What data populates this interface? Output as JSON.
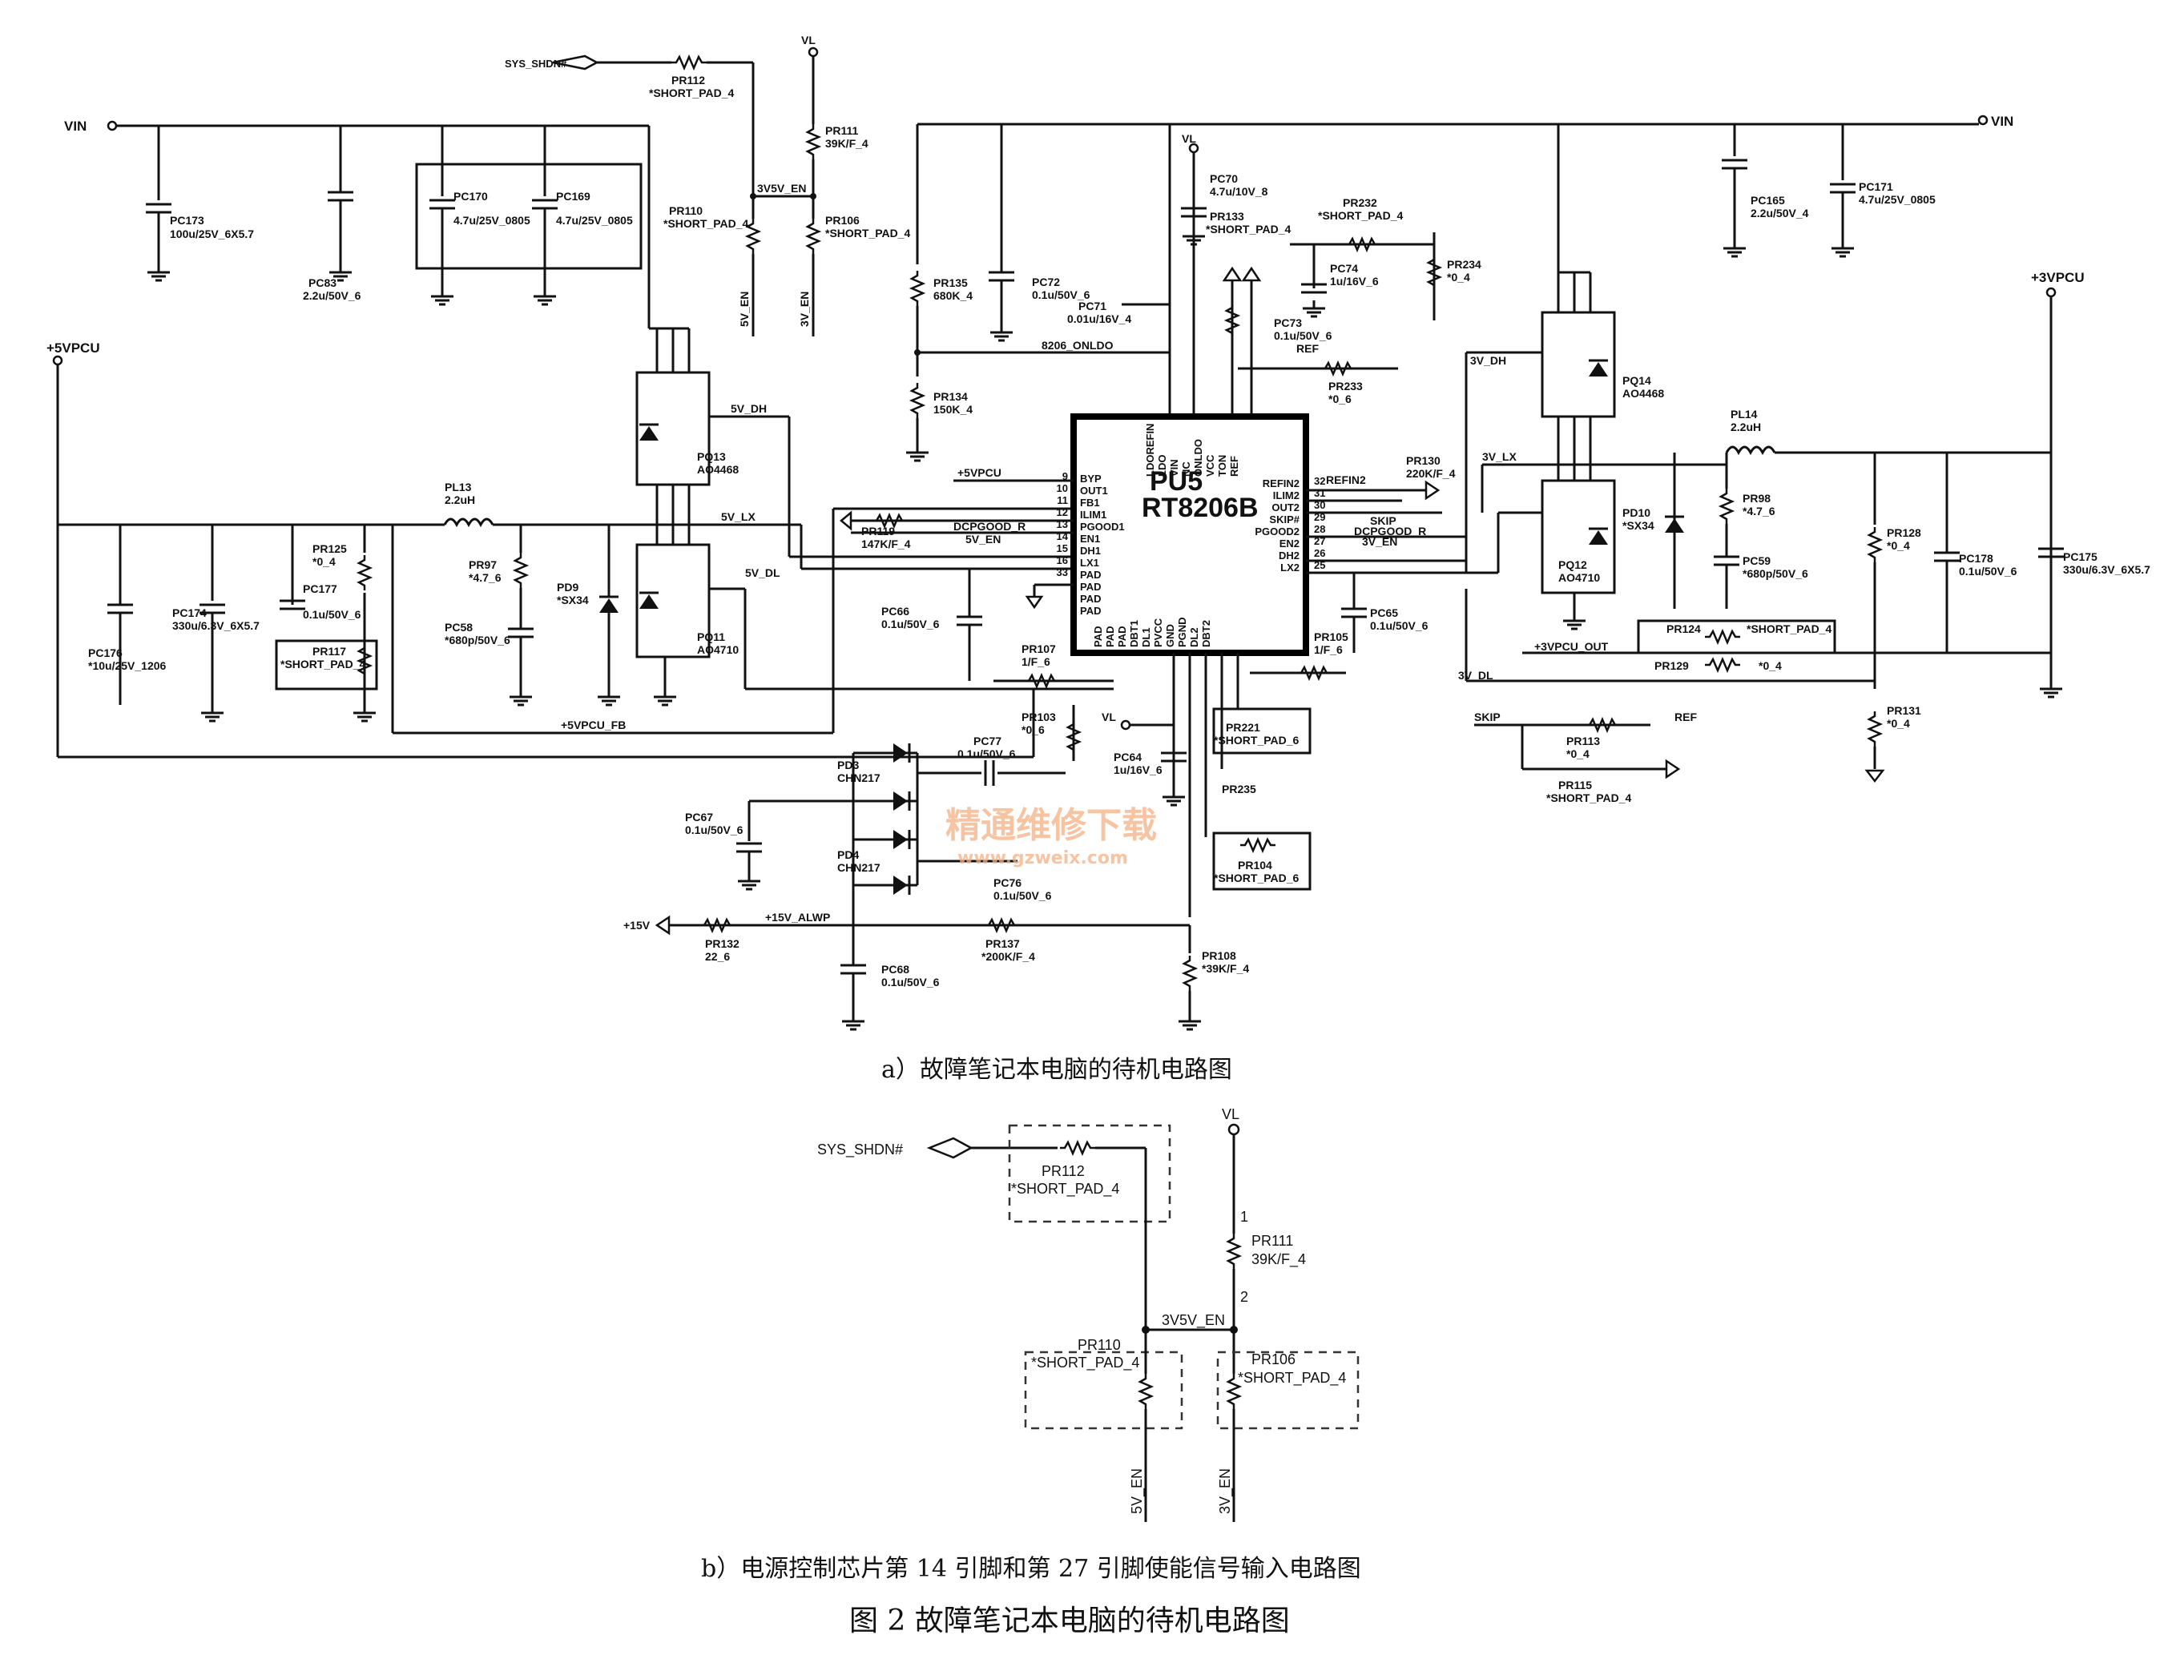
{
  "figure": {
    "caption_a": "a）故障笔记本电脑的待机电路图",
    "caption_b": "b）电源控制芯片第 14 引脚和第 27 引脚使能信号输入电路图",
    "figure_title": "图 2   故障笔记本电脑的待机电路图"
  },
  "watermark": {
    "cn": "精通维修下载",
    "url": "www.gzweix.com"
  },
  "chip": {
    "ref": "PU5",
    "part": "RT8206B",
    "left_pins": [
      "BYP",
      "OUT1",
      "FB1",
      "ILIM1",
      "PGOOD1",
      "EN1",
      "DH1",
      "LX1",
      "PAD",
      "PAD",
      "PAD",
      "PAD"
    ],
    "left_nums": [
      "9",
      "10",
      "11",
      "12",
      "13",
      "14",
      "15",
      "16",
      "33",
      "",
      "",
      ""
    ],
    "right_pins": [
      "REFIN2",
      "ILIM2",
      "OUT2",
      "SKIP#",
      "PGOOD2",
      "EN2",
      "DH2",
      "LX2"
    ],
    "right_nums": [
      "32",
      "31",
      "30",
      "29",
      "28",
      "27",
      "26",
      "25"
    ],
    "top_pins": [
      "LDOREFIN",
      "LDO",
      "VIN",
      "NC",
      "ONLDO",
      "VCC",
      "TON",
      "REF"
    ],
    "bottom_pins": [
      "PAD",
      "PAD",
      "PAD",
      "DBT1",
      "DL1",
      "PVCC",
      "GND",
      "PGND",
      "DL2",
      "DBT2"
    ]
  },
  "rails": {
    "vin_left": "VIN",
    "vin_right": "VIN",
    "v5vpcu": "+5VPCU",
    "v3vpcu": "+3VPCU",
    "vl_top": "VL",
    "vl_mid": "VL",
    "vl_chip": "VL",
    "v15": "+15V",
    "v15_alwp": "+15V_ALWP",
    "v5vpcu_pin": "+5VPCU"
  },
  "nets": {
    "sys_shdn": "SYS_SHDN#",
    "en_3v5v": "3V5V_EN",
    "en_5v": "5V_EN",
    "en_3v": "3V_EN",
    "v5_dh": "5V_DH",
    "v5_lx": "5V_LX",
    "v5_dl": "5V_DL",
    "v3_dh": "3V_DH",
    "v3_lx": "3V_LX",
    "v3_dl": "3V_DL",
    "v5vpcu_fb": "+5VPCU_FB",
    "v3vpcu_out": "+3VPCU_OUT",
    "onldo": "8206_ONLDO",
    "refin2": "REFIN2",
    "skip": "SKIP",
    "ref": "REF",
    "dcpgood": "DCPGOOD_R",
    "en5v": "5V_EN",
    "en3v": "3V_EN",
    "skip2": "SKIP",
    "ref2": "REF"
  },
  "parts": {
    "pr112": [
      "PR112",
      "*SHORT_PAD_4"
    ],
    "pr111": [
      "PR111",
      "39K/F_4"
    ],
    "pr110": [
      "PR110",
      "*SHORT_PAD_4"
    ],
    "pr106": [
      "PR106",
      "*SHORT_PAD_4"
    ],
    "pc173": [
      "PC173",
      "100u/25V_6X5.7"
    ],
    "pc83": [
      "PC83",
      "2.2u/50V_6"
    ],
    "pc170": [
      "PC170",
      "4.7u/25V_0805"
    ],
    "pc169": [
      "PC169",
      "4.7u/25V_0805"
    ],
    "pr135": [
      "PR135",
      "680K_4"
    ],
    "pr134": [
      "PR134",
      "150K_4"
    ],
    "pc72": [
      "PC72",
      "0.1u/50V_6"
    ],
    "pc71": [
      "PC71",
      "0.01u/16V_4"
    ],
    "pc70": [
      "PC70",
      "4.7u/10V_8"
    ],
    "pr133": [
      "PR133",
      "*SHORT_PAD_4"
    ],
    "pc74": [
      "PC74",
      "1u/16V_6"
    ],
    "pr232": [
      "PR232",
      "*SHORT_PAD_4"
    ],
    "pc73": [
      "PC73",
      "0.1u/50V_6"
    ],
    "pr233": [
      "PR233",
      "*0_6"
    ],
    "pr234": [
      "PR234",
      "*0_4"
    ],
    "pc165": [
      "PC165",
      "2.2u/50V_4"
    ],
    "pc171": [
      "PC171",
      "4.7u/25V_0805"
    ],
    "pq13": [
      "PQ13",
      "AO4468"
    ],
    "pq11": [
      "PQ11",
      "AO4710"
    ],
    "pq14": [
      "PQ14",
      "AO4468"
    ],
    "pq12": [
      "PQ12",
      "AO4710"
    ],
    "pl13": [
      "PL13",
      "2.2uH"
    ],
    "pl14": [
      "PL14",
      "2.2uH"
    ],
    "pr97": [
      "PR97",
      "*4.7_6"
    ],
    "pc58": [
      "PC58",
      "*680p/50V_6"
    ],
    "pd9": [
      "PD9",
      "*SX34"
    ],
    "pr125": [
      "PR125",
      "*0_4"
    ],
    "pc177": [
      "PC177",
      "0.1u/50V_6"
    ],
    "pr117": [
      "PR117",
      "*SHORT_PAD_4"
    ],
    "pc174": [
      "PC174",
      "330u/6.3V_6X5.7"
    ],
    "pc176": [
      "PC176",
      "*10u/25V_1206"
    ],
    "pr119": [
      "PR119",
      "147K/F_4"
    ],
    "pc66": [
      "PC66",
      "0.1u/50V_6"
    ],
    "pr107": [
      "PR107",
      "1/F_6"
    ],
    "pr130": [
      "PR130",
      "220K/F_4"
    ],
    "pc65": [
      "PC65",
      "0.1u/50V_6"
    ],
    "pr105": [
      "PR105",
      "1/F_6"
    ],
    "pd10": [
      "PD10",
      "*SX34"
    ],
    "pr98": [
      "PR98",
      "*4.7_6"
    ],
    "pc59": [
      "PC59",
      "*680p/50V_6"
    ],
    "pr124": [
      "PR124",
      "*SHORT_PAD_4"
    ],
    "pr129": [
      "PR129",
      "*0_4"
    ],
    "pr128": [
      "PR128",
      "*0_4"
    ],
    "pc178": [
      "PC178",
      "0.1u/50V_6"
    ],
    "pc175": [
      "PC175",
      "330u/6.3V_6X5.7"
    ],
    "pr131": [
      "PR131",
      "*0_4"
    ],
    "pr113": [
      "PR113",
      "*0_4"
    ],
    "pr115": [
      "PR115",
      "*SHORT_PAD_4"
    ],
    "pd3": [
      "PD3",
      "CHN217"
    ],
    "pd4": [
      "PD4",
      "CHN217"
    ],
    "pc77": [
      "PC77",
      "0.1u/50V_6"
    ],
    "pc67": [
      "PC67",
      "0.1u/50V_6"
    ],
    "pc76": [
      "PC76",
      "0.1u/50V_6"
    ],
    "pr103": [
      "PR103",
      "*0_6"
    ],
    "pc64": [
      "PC64",
      "1u/16V_6"
    ],
    "pr221": [
      "PR221",
      "*SHORT_PAD_6"
    ],
    "pr235": [
      "PR235",
      ""
    ],
    "pr104": [
      "PR104",
      "*SHORT_PAD_6"
    ],
    "pr132": [
      "PR132",
      "22_6"
    ],
    "pr137": [
      "PR137",
      "*200K/F_4"
    ],
    "pc68": [
      "PC68",
      "0.1u/50V_6"
    ],
    "pr108": [
      "PR108",
      "*39K/F_4"
    ]
  },
  "detail_b": {
    "sys_shdn": "SYS_SHDN#",
    "pr112": [
      "PR112",
      "*SHORT_PAD_4"
    ],
    "vl": "VL",
    "pr111": [
      "PR111",
      "39K/F_4"
    ],
    "net": "3V5V_EN",
    "pr110": [
      "PR110",
      "*SHORT_PAD_4"
    ],
    "pr106": [
      "PR106",
      "*SHORT_PAD_4"
    ],
    "out5": "5V_EN",
    "out3": "3V_EN",
    "pin1": "1",
    "pin2": "2"
  }
}
